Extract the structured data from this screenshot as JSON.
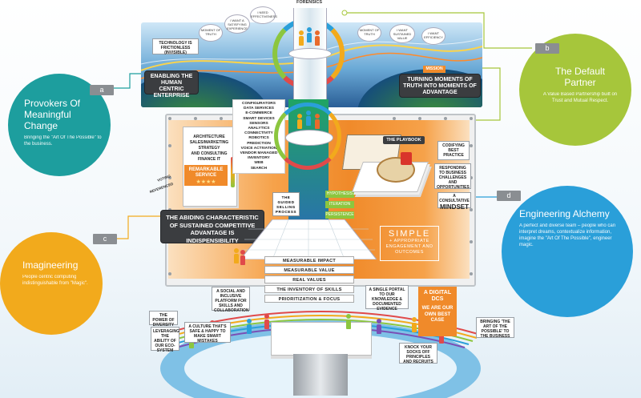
{
  "colors": {
    "teal": "#1d9e9e",
    "lime": "#a6c63b",
    "amber": "#f2aa1c",
    "blue": "#2a9fd9",
    "dark_box": "#3b3d40",
    "orange_panel": "#f08a2a"
  },
  "circles": {
    "a": {
      "title": "Provokers Of Meaningful Change",
      "subtitle": "Bringing the \"Art Of The Possible\" to the business.",
      "tag": "a"
    },
    "b": {
      "title": "The Default Partner",
      "subtitle": "A Value Based Partnership built on Trust and Mutual Respect.",
      "tag": "b"
    },
    "c": {
      "title": "Imagineering",
      "subtitle": "People centric computing indistinguishable from \"Magic\".",
      "tag": "c"
    },
    "d": {
      "title": "Engineering Alchemy",
      "subtitle": "A perfect and diverse team – people who can interpret dreams, contextualize information, imagine the \"Art Of The Possible\", engineer magic.",
      "tag": "d"
    }
  },
  "top": {
    "forensics": "FORENSICS",
    "tech_note": "TECHNOLOGY IS FRICTIONLESS (INVISIBLE)",
    "enabling": "ENABLING THE HUMAN CENTRIC ENTERPRISE",
    "mission_tag": "MISSION",
    "mission": "TURNING MOMENTS OF TRUTH INTO MOMENTS OF ADVANTAGE",
    "clouds": [
      "MOMENT OF TRUTH",
      "I WANT A SATISFYING EXPERIENCE",
      "I NEED EFFECTIVENESS",
      "MOMENT OF TRUTH",
      "I WANT SUSTAINED VALUE",
      "I WANT EFFICIENCY"
    ]
  },
  "middle": {
    "tech_list": [
      "CONFIGURATORS",
      "DATA SERVICES",
      "E-COMMERCE",
      "SMART DEVICES",
      "SENSORS",
      "ANALYTICS",
      "CONNECTIVITY",
      "ROBOTICS",
      "PREDICTION",
      "VOICE ACTIVATION",
      "VENDOR MANAGED INVENTORY",
      "WEB",
      "SEARCH"
    ],
    "arch_list": [
      "ARCHITECTURE",
      "SALES/MARKETING",
      "STRATEGY",
      "AND CONSULTING",
      "FINANCE IT"
    ],
    "remarkable": "REMARKABLE SERVICE",
    "stars": "★★★★",
    "voting": "VOTING",
    "referenced": "REFERENCED",
    "playbook": "THE PLAYBOOK",
    "codifying": "CODIFYING BEST PRACTICE",
    "responding": "RESPONDING TO BUSINESS CHALLENGES AND OPPORTUNITIES",
    "consultative_small": "A CONSULTATIVE",
    "mindset": "MINDSET",
    "guided": "THE GUIDED SELLING PROCESS",
    "phases": [
      "HYPOTHESIS",
      "ITERATION",
      "PERSISTENCE"
    ],
    "abiding": "THE ABIDING CHARACTERISTIC OF SUSTAINED COMPETITIVE ADVANTAGE IS INDISPENSIBILITY",
    "simple": "SIMPLE",
    "simple_rest": "+ APPROPRIATE ENGAGEMENT AND OUTCOMES"
  },
  "runway": [
    "MEASURABLE IMPACT",
    "MEASURABLE VALUE",
    "REAL VALUES",
    "THE INVENTORY OF SKILLS",
    "PRIORITIZATION & FOCUS"
  ],
  "bottom": {
    "power": "THE POWER OF DIVERSITY",
    "leverage": "LEVERAGING THE ABILITY OF OUR ECO-SYSTEM",
    "culture": "A CULTURE THAT'S SAFE & HAPPY TO MAKE SMART MISTAKES",
    "social": "A SOCIAL AND INCLUSIVE PLATFORM FOR SKILLS AND COLLABORATION",
    "portal": "A SINGLE PORTAL TO OUR KNOWLEDGE & DOCUMENTED EVIDENCE",
    "digital": "A DIGITAL DCS",
    "digital_sub": "WE ARE OUR OWN BEST CASE",
    "bringing": "BRINGING 'THE ART OF THE POSSIBLE' TO THE BUSINESS",
    "knock": "KNOCK YOUR SOCKS OFF PRINCIPLES AND RECRUITS"
  }
}
